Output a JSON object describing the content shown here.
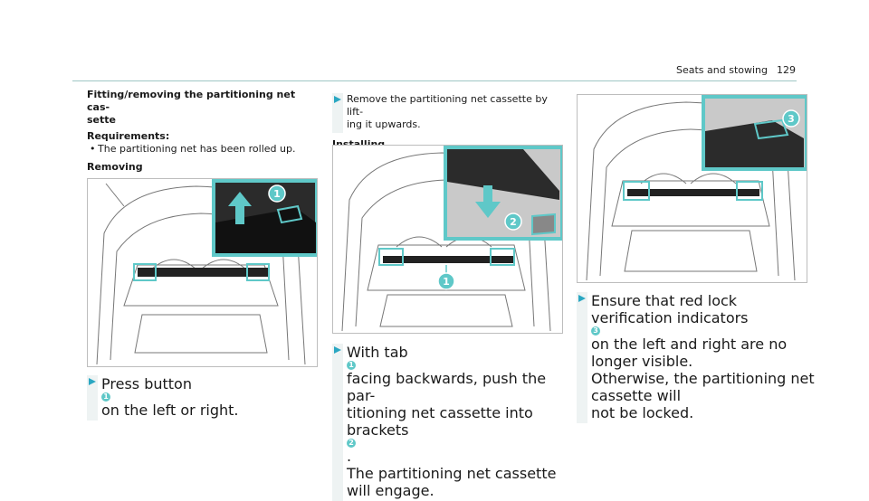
{
  "header": {
    "section": "Seats and stowing",
    "page": "129"
  },
  "col1": {
    "heading_line1": "Fitting/removing the partitioning net cas-",
    "heading_line2": "sette",
    "requirements_label": "Requirements:",
    "requirement_item": "The partitioning net has been rolled up.",
    "removing_label": "Removing",
    "step_pre": "Press button ",
    "step_num": "1",
    "step_post": " on the left or right."
  },
  "col2": {
    "step1_line1": "Remove the partitioning net cassette by lift-",
    "step1_line2": "ing it upwards.",
    "installing_label": "Installing",
    "step2_l1_pre": "With tab ",
    "step2_l1_num": "1",
    "step2_l1_post": " facing backwards, push the par-",
    "step2_l2_pre": "titioning net cassette into brackets ",
    "step2_l2_num": "2",
    "step2_l2_post": ".",
    "step2_l3": "The partitioning net cassette will engage."
  },
  "col3": {
    "step_l1": "Ensure that red lock verification indicators",
    "step_l2_num": "3",
    "step_l2_post": " on the left and right are no longer visible.",
    "step_l3": "Otherwise, the partitioning net cassette will",
    "step_l4": "not be locked."
  },
  "figures": {
    "fig1_callout": "1",
    "fig2_callout_tab": "1",
    "fig2_callout_bracket": "2",
    "fig3_callout": "3"
  },
  "colors": {
    "accent": "#5fc8c8",
    "arrow": "#2aa7c2",
    "rule": "#9fc7c4"
  }
}
